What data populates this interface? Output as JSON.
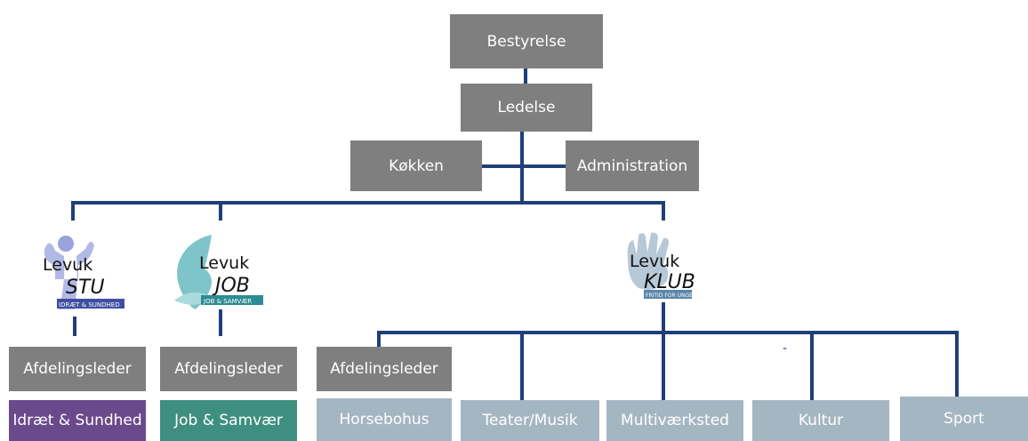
{
  "top": {
    "board": "Bestyrelse",
    "management": "Ledelse"
  },
  "staff": {
    "kitchen": "Køkken",
    "administration": "Administration"
  },
  "logos": {
    "stu": {
      "name": "Levuk",
      "word": "STU",
      "tagline": "IDRÆT & SUNDHED"
    },
    "job": {
      "name": "Levuk",
      "word": "JOB",
      "tagline": "JOB & SAMVÆR"
    },
    "klub": {
      "name": "Levuk",
      "word": "KLUB",
      "tagline": "FRITID FOR UNGE"
    }
  },
  "dept_leaders": {
    "stu": "Afdelingsleder",
    "job": "Afdelingsleder",
    "klub": "Afdelingsleder"
  },
  "units": {
    "stu": "Idræt & Sundhed",
    "job": "Job & Samvær",
    "klub": [
      "Horsebohus",
      "Teater/Musik",
      "Multiværksted",
      "Kultur",
      "Sport"
    ]
  },
  "stray_mark": "-",
  "colors": {
    "gray_box": "#7f7f7f",
    "light_box": "#a5b6c3",
    "line": "#1f3f78",
    "stu_unit": "#6b4a8c",
    "job_unit": "#3f8f80",
    "stu_logo": "#9aa3dc",
    "job_logo": "#7fc4c9",
    "klub_logo": "#b7c9d6"
  }
}
